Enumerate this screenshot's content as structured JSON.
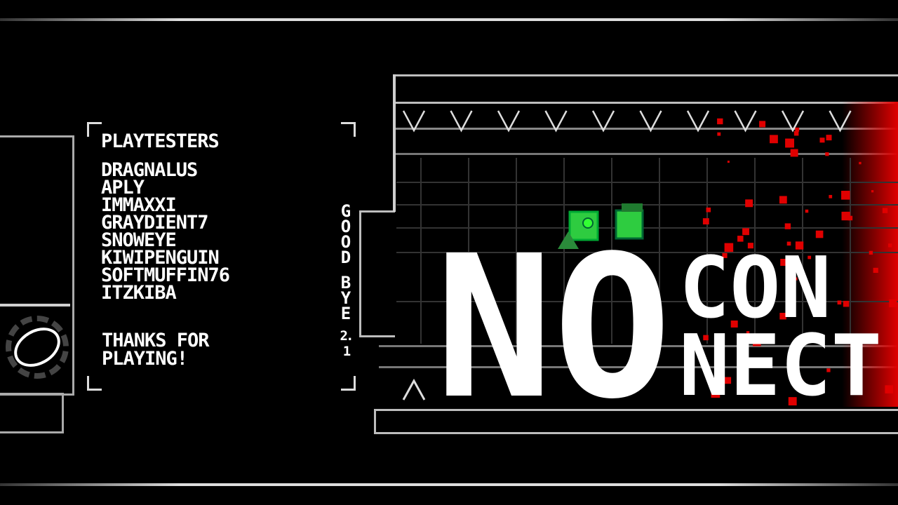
{
  "credits": {
    "heading": "PLAYTESTERS",
    "names": [
      "DRAGNALUS",
      "APLY",
      "IMMAXXI",
      "GRAYDIENT7",
      "SNOWEYE",
      "KIWIPENGUIN",
      "SOFTMUFFIN76",
      "ITZKIBA"
    ],
    "thanks_line1": "THANKS FOR",
    "thanks_line2": "PLAYING!"
  },
  "side_text": {
    "line1": "GOOD",
    "line2": "BYE",
    "line3": "2.1"
  },
  "logo": {
    "part1": "NO",
    "part2": "CON",
    "part3": "NECT"
  },
  "colors": {
    "background": "#000000",
    "lines": "#cfcfcf",
    "accent_red": "#e00000",
    "player_green": "#2ecc40"
  }
}
